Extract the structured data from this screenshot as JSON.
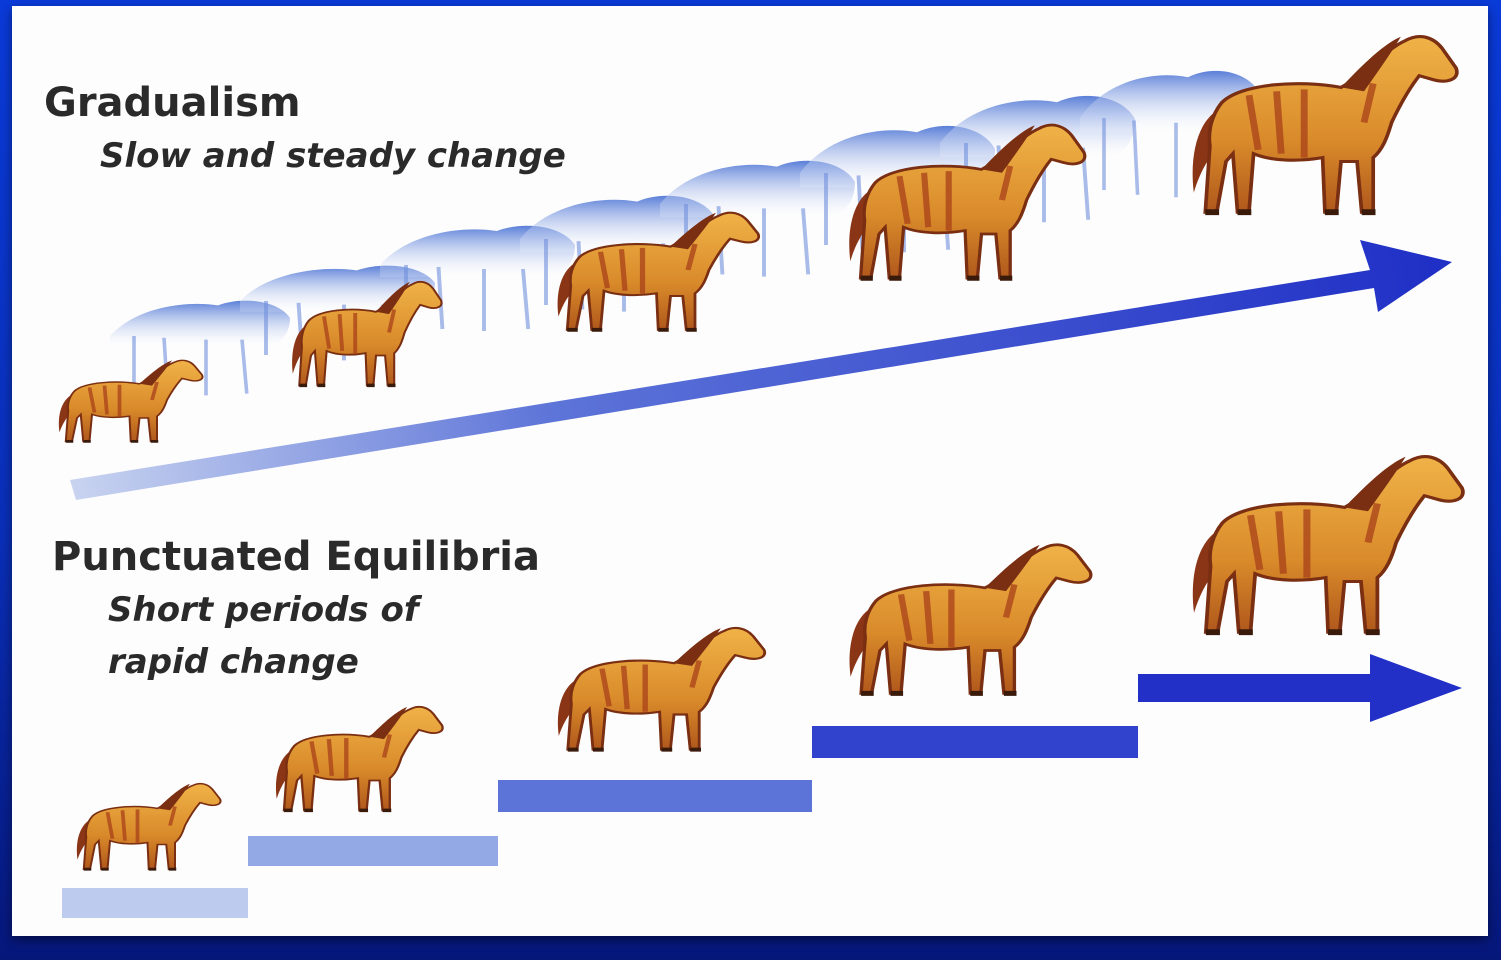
{
  "gradualism": {
    "title": "Gradualism",
    "subtitle": "Slow and steady change"
  },
  "punctuated": {
    "title": "Punctuated Equilibria",
    "subtitle_line1": "Short periods of",
    "subtitle_line2": "rapid change"
  },
  "colors": {
    "background": "#0a3ad8",
    "card": "#fdfdfd",
    "arrow_dark": "#2230c8",
    "arrow_light": "#b8c6ec",
    "horse_body": "#d98a2a",
    "horse_stripe": "#b2421c"
  }
}
